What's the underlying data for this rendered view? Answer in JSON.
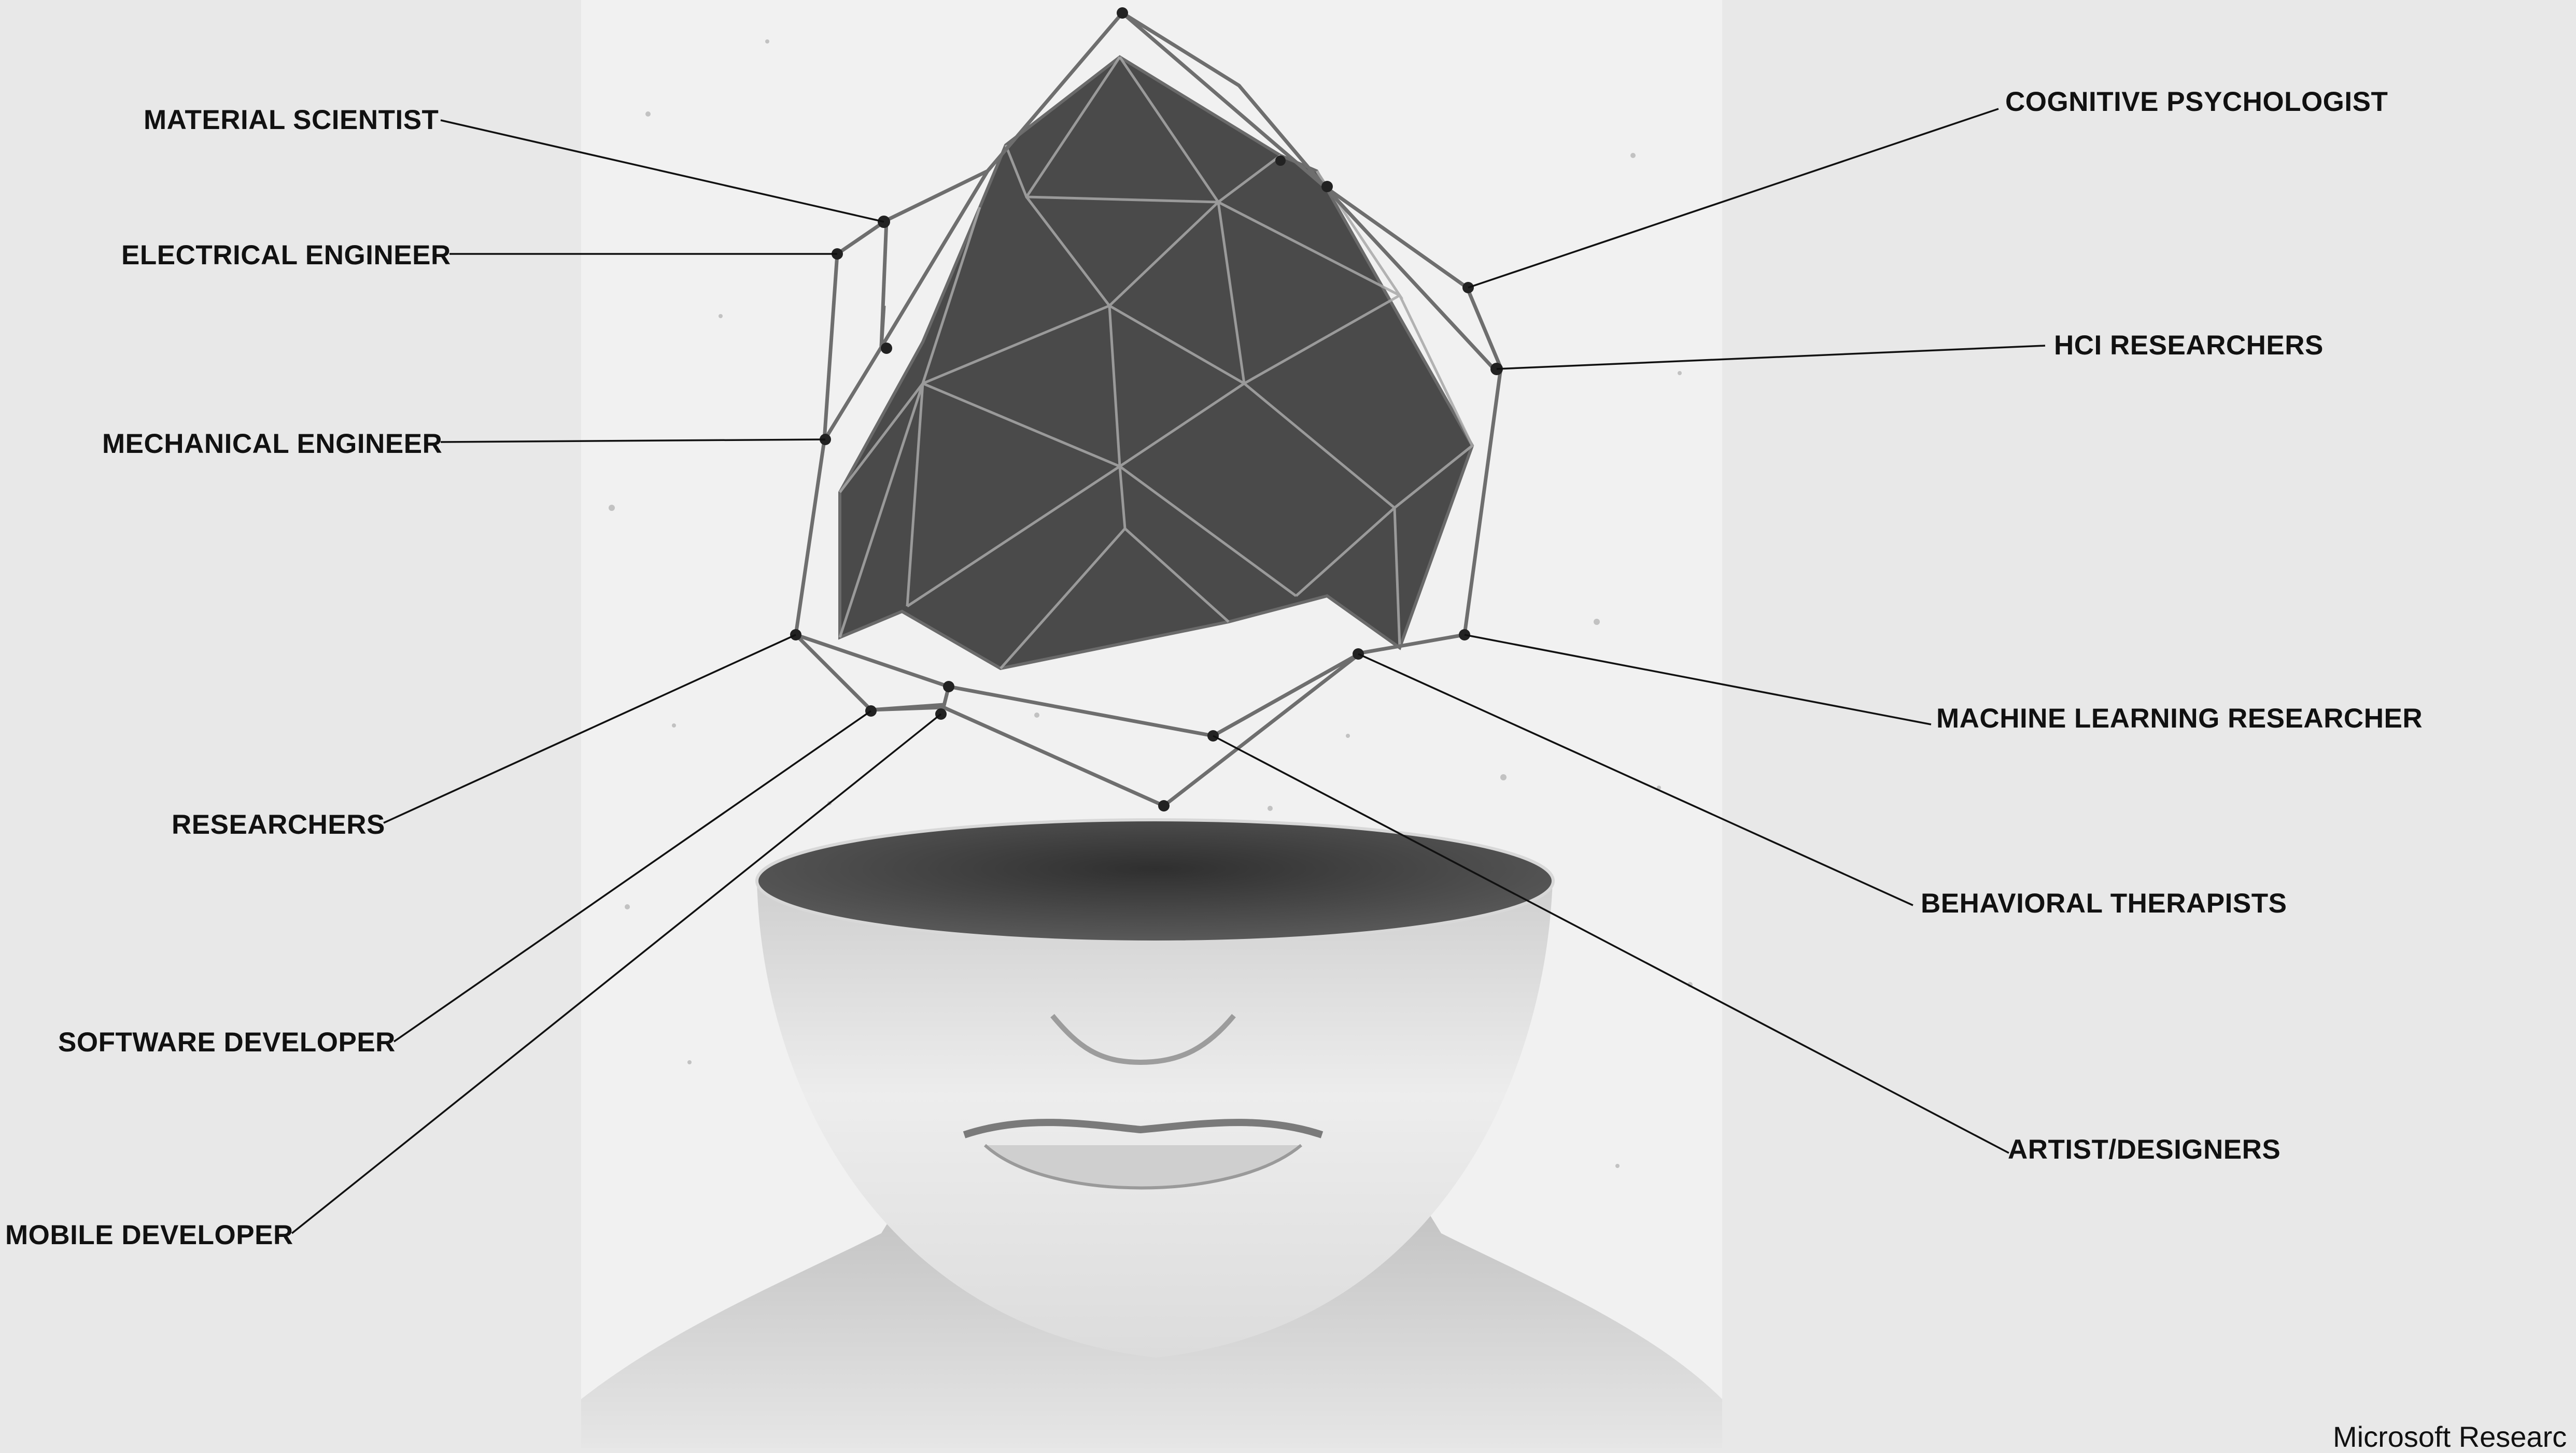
{
  "labels": {
    "material_scientist": "MATERIAL SCIENTIST",
    "electrical_engineer": "ELECTRICAL ENGINEER",
    "mechanical_engineer": "MECHANICAL ENGINEER",
    "researchers": "RESEARCHERS",
    "software_developer": "SOFTWARE DEVELOPER",
    "mobile_developer": "MOBILE DEVELOPER",
    "cognitive_psychologist": "COGNITIVE PSYCHOLOGIST",
    "hci_researchers": "HCI RESEARCHERS",
    "machine_learning_researcher": "MACHINE LEARNING RESEARCHER",
    "behavioral_therapists": "BEHAVIORAL THERAPISTS",
    "artist_designers": "ARTIST/DESIGNERS"
  },
  "credit": "Microsoft Researc",
  "colors": {
    "background": "#e8e8e8",
    "panel": "#f1f1f1",
    "polyhedron": "#4a4a4a",
    "wireframe": "#6e6e6e",
    "text": "#111111"
  }
}
